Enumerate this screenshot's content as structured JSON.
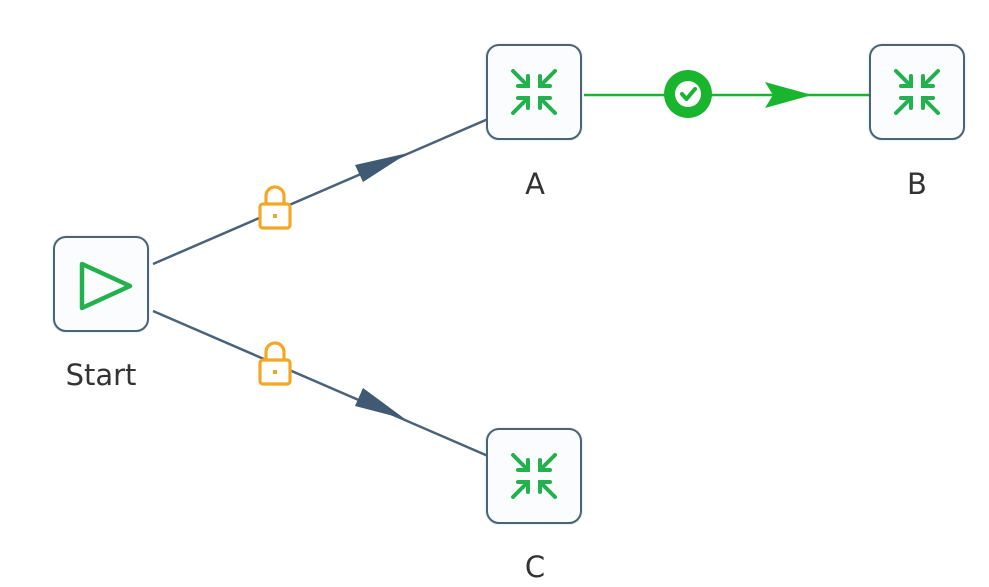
{
  "diagram": {
    "nodes": [
      {
        "id": "start",
        "label": "Start",
        "icon": "play-triangle-icon",
        "color": "#22b14c"
      },
      {
        "id": "a",
        "label": "A",
        "icon": "collapse-arrows-icon",
        "color": "#22b14c"
      },
      {
        "id": "b",
        "label": "B",
        "icon": "collapse-arrows-icon",
        "color": "#22b14c"
      },
      {
        "id": "c",
        "label": "C",
        "icon": "collapse-arrows-icon",
        "color": "#22b14c"
      }
    ],
    "edges": [
      {
        "from": "start",
        "to": "a",
        "type": "locked",
        "icon": "lock-icon",
        "color": "#4a6378",
        "marker_color": "#f5a623"
      },
      {
        "from": "start",
        "to": "c",
        "type": "locked",
        "icon": "lock-icon",
        "color": "#4a6378",
        "marker_color": "#f5a623"
      },
      {
        "from": "a",
        "to": "b",
        "type": "success",
        "icon": "check-circle-icon",
        "color": "#19b52e"
      }
    ]
  }
}
